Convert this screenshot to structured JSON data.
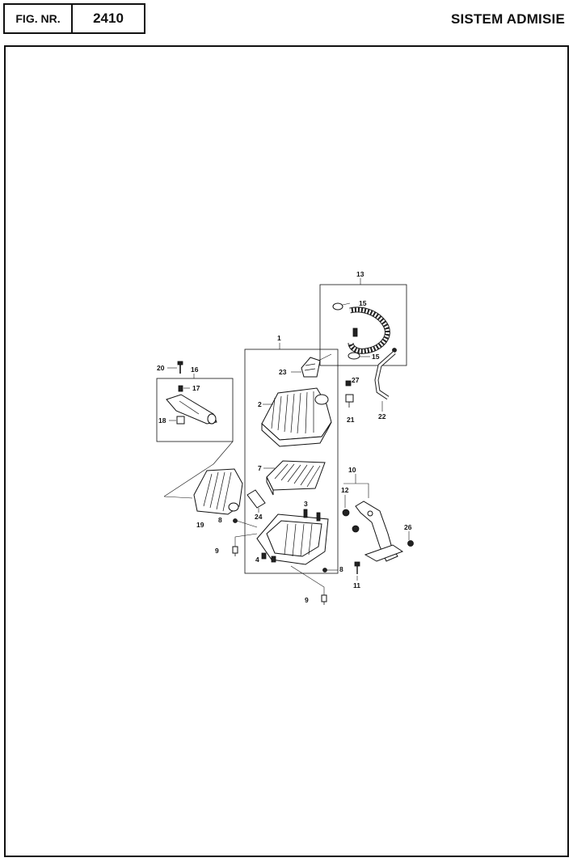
{
  "header": {
    "fig_label": "FIG. NR.",
    "fig_number": "2410",
    "title": "SISTEM ADMISIE"
  },
  "callouts": {
    "c1": "1",
    "c2": "2",
    "c3": "3",
    "c4": "4",
    "c7": "7",
    "c8a": "8",
    "c8b": "8",
    "c9a": "9",
    "c9b": "9",
    "c10": "10",
    "c11": "11",
    "c12": "12",
    "c13": "13",
    "c15a": "15",
    "c15b": "15",
    "c16": "16",
    "c17": "17",
    "c18": "18",
    "c19": "19",
    "c20": "20",
    "c21": "21",
    "c22": "22",
    "c23": "23",
    "c24": "24",
    "c26": "26",
    "c27": "27"
  }
}
